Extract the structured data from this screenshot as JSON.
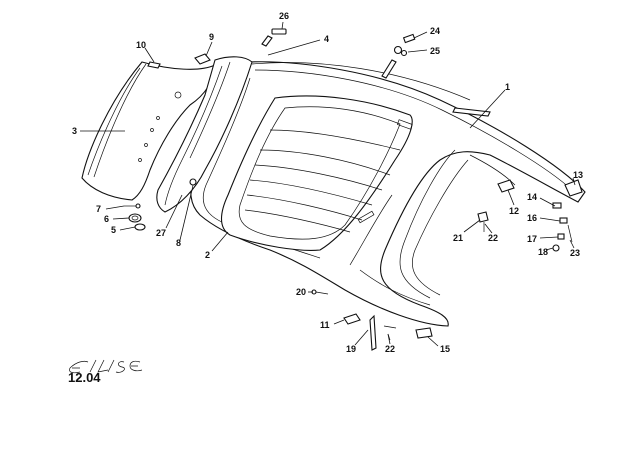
{
  "logo": {
    "text": "ELISE"
  },
  "revision": "12.04",
  "callouts": [
    {
      "id": "c1",
      "text": "1"
    },
    {
      "id": "c2",
      "text": "2"
    },
    {
      "id": "c3",
      "text": "3"
    },
    {
      "id": "c4",
      "text": "4"
    },
    {
      "id": "c5",
      "text": "5"
    },
    {
      "id": "c6",
      "text": "6"
    },
    {
      "id": "c7",
      "text": "7"
    },
    {
      "id": "c8",
      "text": "8"
    },
    {
      "id": "c9",
      "text": "9"
    },
    {
      "id": "c10",
      "text": "10"
    },
    {
      "id": "c11",
      "text": "11"
    },
    {
      "id": "c12",
      "text": "12"
    },
    {
      "id": "c13",
      "text": "13"
    },
    {
      "id": "c14",
      "text": "14"
    },
    {
      "id": "c15",
      "text": "15"
    },
    {
      "id": "c16",
      "text": "16"
    },
    {
      "id": "c17",
      "text": "17"
    },
    {
      "id": "c18",
      "text": "18"
    },
    {
      "id": "c19",
      "text": "19"
    },
    {
      "id": "c20",
      "text": "20"
    },
    {
      "id": "c21",
      "text": "21"
    },
    {
      "id": "c22a",
      "text": "22"
    },
    {
      "id": "c22b",
      "text": "22"
    },
    {
      "id": "c23",
      "text": "23"
    },
    {
      "id": "c24",
      "text": "24"
    },
    {
      "id": "c25",
      "text": "25"
    },
    {
      "id": "c26",
      "text": "26"
    },
    {
      "id": "c27",
      "text": "27"
    }
  ]
}
